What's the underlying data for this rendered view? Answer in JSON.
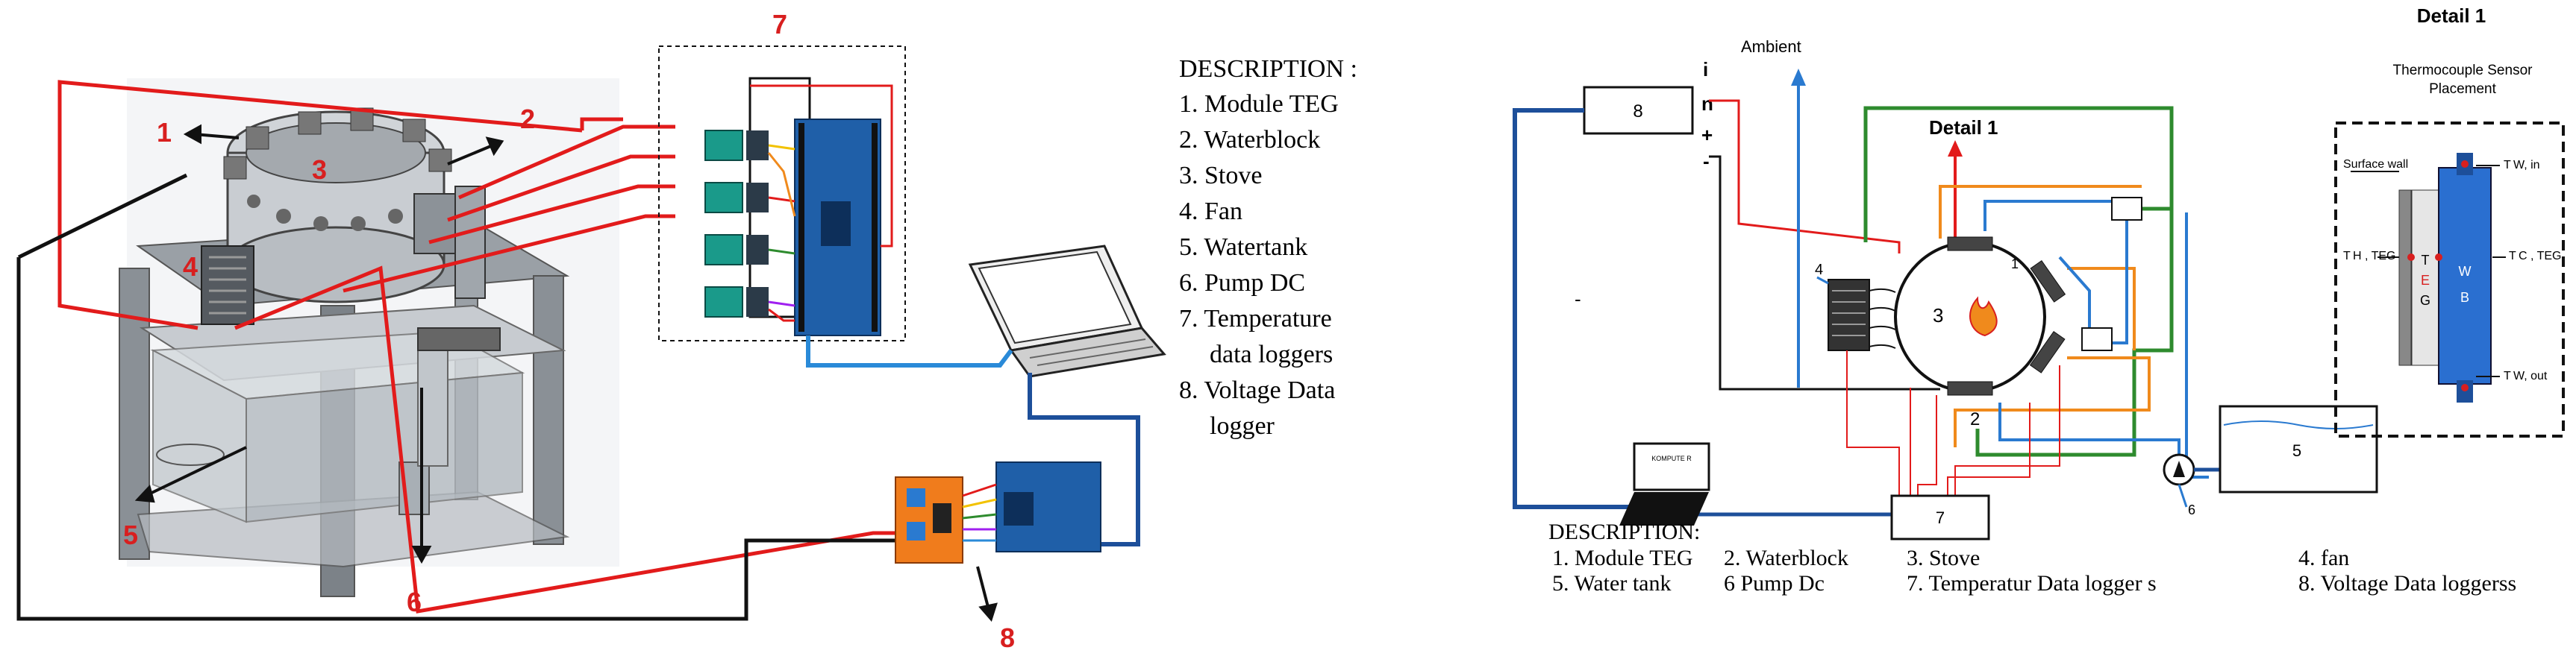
{
  "left_panel": {
    "callouts": [
      "1",
      "2",
      "3",
      "4",
      "5",
      "6",
      "7",
      "8"
    ],
    "description": {
      "title": "DESCRIPTION :",
      "lines": [
        "1. Module TEG",
        "2. Waterblock",
        "3. Stove",
        "4. Fan",
        "5. Watertank",
        "6. Pump DC",
        "7. Temperature",
        "data loggers",
        "8. Voltage Data",
        "logger"
      ]
    }
  },
  "right_panel": {
    "ambient_label": "Ambient",
    "detail_label": "Detail 1",
    "box8": "8",
    "box7": "7",
    "box5": "5",
    "center_number": "3",
    "fan_label": "4",
    "teg_label": "1",
    "waterblock_label": "2",
    "pump_label": "6",
    "inputs": [
      "i",
      "n",
      "+",
      "-"
    ],
    "dash_left": "-",
    "laptop_text": "KOMPUTE R",
    "description": {
      "title": "DESCRIPTION:",
      "col1": [
        "1. Module TEG",
        "5. Water tank"
      ],
      "col2": [
        "2. Waterblock",
        "6 Pump Dc"
      ],
      "col3": [
        "3.  Stove",
        "7.  Temperatur Data logger s"
      ],
      "col4": [
        "4. fan",
        "8. Voltage Data loggerss"
      ]
    }
  },
  "detail_panel": {
    "title": "Detail 1",
    "subtitle_line1": "Thermocouple Sensor",
    "subtitle_line2": "Placement",
    "surface_wall": "Surface wall",
    "t_w_in": "T W, in",
    "t_h_teg": "T H , TEG",
    "t_c_teg": "T C , TEG",
    "t_w_out": "T W, out",
    "teg_letters": [
      "T",
      "E",
      "G"
    ],
    "wb_letters": [
      "W",
      "B"
    ]
  },
  "colors": {
    "red": "#e21b1b",
    "callout_red": "#d81f1f",
    "blue": "#1f6fbf",
    "dark_blue": "#1d4f9a",
    "green": "#2e8b2e",
    "orange": "#f08a1c",
    "arduino": "#1f5fa8"
  }
}
